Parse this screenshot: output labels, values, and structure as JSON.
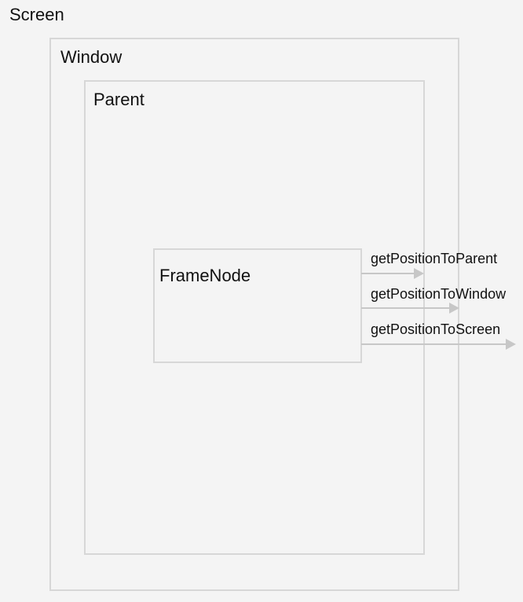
{
  "screen": {
    "label": "Screen"
  },
  "window": {
    "label": "Window"
  },
  "parent": {
    "label": "Parent"
  },
  "frame_node": {
    "label": "FrameNode"
  },
  "methods": [
    {
      "label": "getPositionToParent"
    },
    {
      "label": "getPositionToWindow"
    },
    {
      "label": "getPositionToScreen"
    }
  ],
  "colors": {
    "background": "#f4f4f4",
    "box_border": "#d7d7d7",
    "arrow": "#c7c7c7",
    "text": "#111111"
  }
}
